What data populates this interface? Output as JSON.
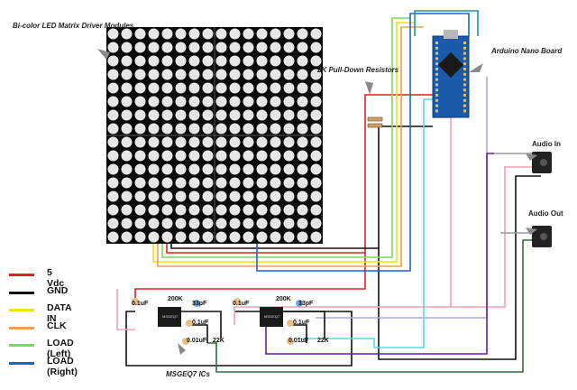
{
  "labels": {
    "led_modules": "Bi-color LED Matrix Driver Modules",
    "pulldown": "2K Pull-Down Resistors",
    "arduino": "Arduino Nano Board",
    "audio_in": "Audio In",
    "audio_out": "Audio Out",
    "msgeq7": "MSGEQ7 ICs"
  },
  "legend": [
    {
      "label": "5 Vdc",
      "color": "#e02020"
    },
    {
      "label": "GND",
      "color": "#111111"
    },
    {
      "label": "DATA IN",
      "color": "#f2e020"
    },
    {
      "label": "CLK",
      "color": "#f0a050"
    },
    {
      "label": "LOAD (Left)",
      "color": "#7ed957"
    },
    {
      "label": "LOAD (Right)",
      "color": "#2060d0"
    }
  ],
  "components": {
    "left": {
      "c1": "0.1uF",
      "r200k": "200K",
      "c33p": "33pF",
      "c2": "0.1uF",
      "c3": "0.01uF",
      "r22k": "22K"
    },
    "right": {
      "c1": "0.1uF",
      "r200k": "200K",
      "c33p": "33pF",
      "c2": "0.1uF",
      "c3": "0.01uF",
      "r22k": "22K"
    }
  },
  "ic_text": "MSGEQ7",
  "colors": {
    "red": "#e02020",
    "black": "#111111",
    "yellow": "#f2e020",
    "orange": "#f0a050",
    "green": "#7ed957",
    "blue": "#2060d0",
    "pink": "#f4a0b0",
    "cyan": "#5cd8e8",
    "lavender": "#a8a8e8",
    "purple": "#6a1aa8",
    "darkgreen": "#2e6e3a",
    "gray": "#999999"
  }
}
